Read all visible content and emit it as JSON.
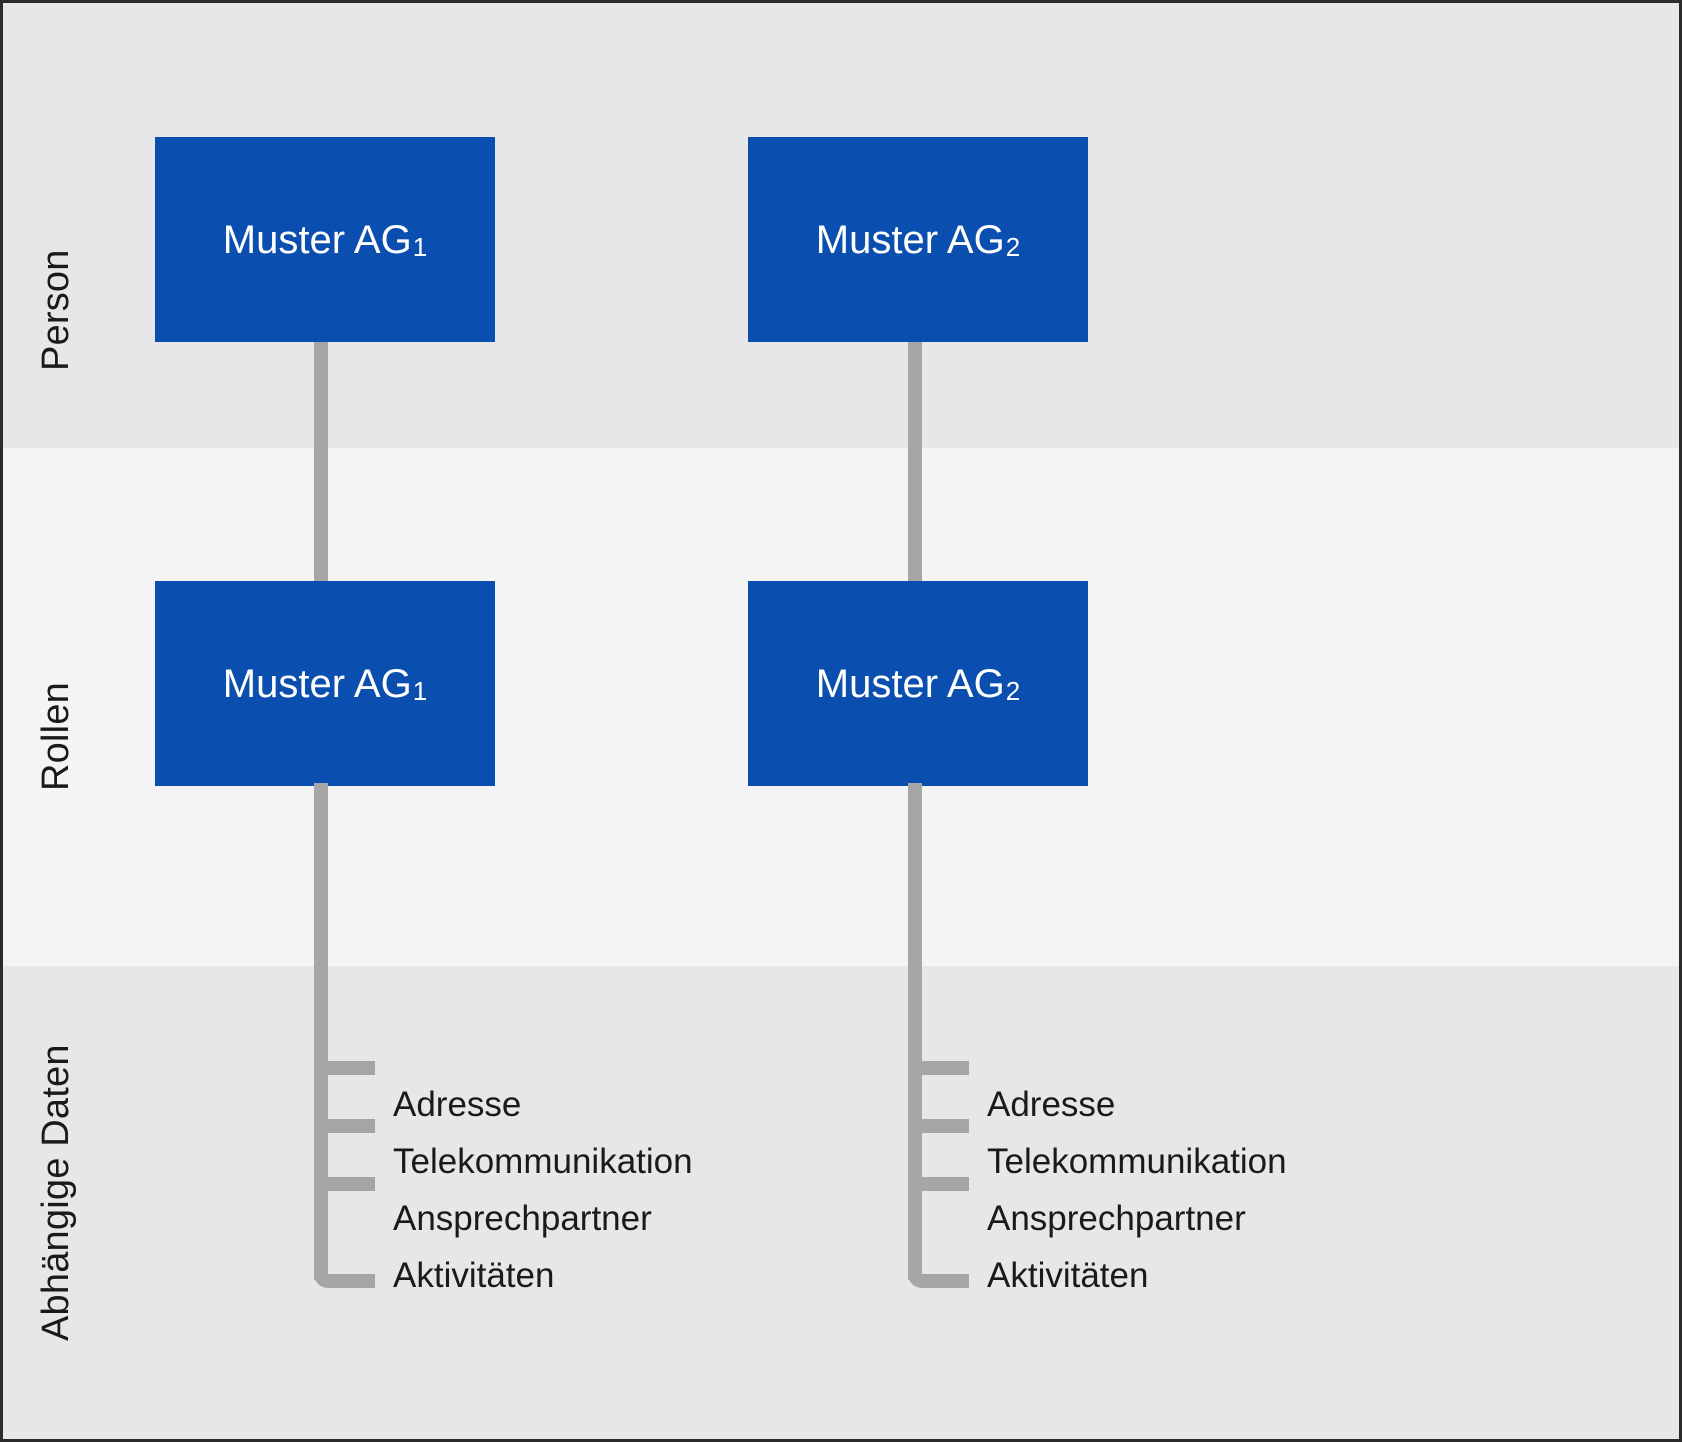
{
  "diagram": {
    "title": "Person / Rollen / Abhängige Daten",
    "colors": {
      "node_blue": "#0A4EAF",
      "connector_gray": "#A6A6A6",
      "band_dark": "#E7E7E7",
      "band_light": "#F4F4F4",
      "border": "#2B2B2B",
      "node_text": "#FFFFFF",
      "label_text": "#1A1A1A"
    },
    "rows": [
      {
        "id": "person",
        "label": "Person"
      },
      {
        "id": "rollen",
        "label": "Rollen"
      },
      {
        "id": "abhaengige-daten",
        "label": "Abhängige Daten"
      }
    ],
    "columns": [
      {
        "id": "col-1",
        "person_node": {
          "name": "Muster AG",
          "index": "1"
        },
        "rollen_node": {
          "name": "Muster AG",
          "index": "1"
        },
        "dependent_data": [
          "Adresse",
          "Telekommunikation",
          "Ansprechpartner",
          "Aktivitäten"
        ]
      },
      {
        "id": "col-2",
        "person_node": {
          "name": "Muster AG",
          "index": "2"
        },
        "rollen_node": {
          "name": "Muster AG",
          "index": "2"
        },
        "dependent_data": [
          "Adresse",
          "Telekommunikation",
          "Ansprechpartner",
          "Aktivitäten"
        ]
      }
    ]
  }
}
